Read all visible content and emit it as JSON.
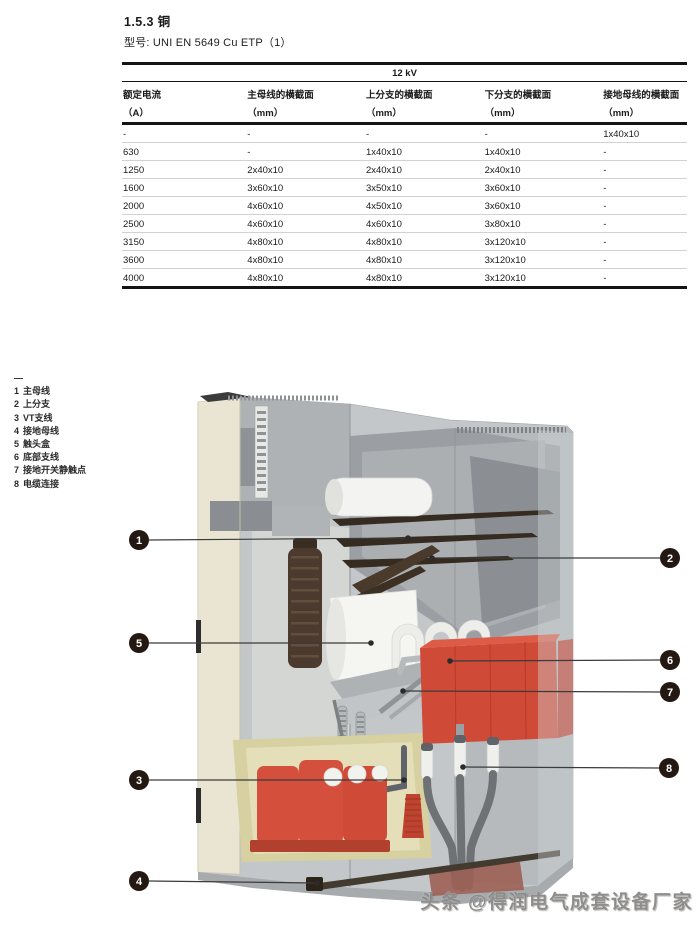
{
  "page": {
    "section_heading": "1.5.3 铜",
    "model_line": "型号: UNI EN 5649 Cu ETP（1）"
  },
  "table": {
    "voltage_header": "12 kV",
    "columns": [
      {
        "label": "额定电流",
        "unit": "（A）"
      },
      {
        "label": "主母线的横截面",
        "unit": "（mm）"
      },
      {
        "label": "上分支的横截面",
        "unit": "（mm）"
      },
      {
        "label": "下分支的横截面",
        "unit": "（mm）"
      },
      {
        "label": "接地母线的横截面",
        "unit": "（mm）"
      }
    ],
    "rows": [
      [
        "-",
        "-",
        "-",
        "-",
        "1x40x10"
      ],
      [
        "630",
        "-",
        "1x40x10",
        "1x40x10",
        "-"
      ],
      [
        "1250",
        "2x40x10",
        "2x40x10",
        "2x40x10",
        "-"
      ],
      [
        "1600",
        "3x60x10",
        "3x50x10",
        "3x60x10",
        "-"
      ],
      [
        "2000",
        "4x60x10",
        "4x50x10",
        "3x60x10",
        "-"
      ],
      [
        "2500",
        "4x60x10",
        "4x60x10",
        "3x80x10",
        "-"
      ],
      [
        "3150",
        "4x80x10",
        "4x80x10",
        "3x120x10",
        "-"
      ],
      [
        "3600",
        "4x80x10",
        "4x80x10",
        "3x120x10",
        "-"
      ],
      [
        "4000",
        "4x80x10",
        "4x80x10",
        "3x120x10",
        "-"
      ]
    ]
  },
  "legend": {
    "marker": "—",
    "items": [
      {
        "num": "1",
        "label": "主母线"
      },
      {
        "num": "2",
        "label": "上分支"
      },
      {
        "num": "3",
        "label": "VT支线"
      },
      {
        "num": "4",
        "label": "接地母线"
      },
      {
        "num": "5",
        "label": "触头盒"
      },
      {
        "num": "6",
        "label": "底部支线"
      },
      {
        "num": "7",
        "label": "接地开关静触点"
      },
      {
        "num": "8",
        "label": "电缆连接"
      }
    ]
  },
  "illustration": {
    "callouts": [
      {
        "num": "1"
      },
      {
        "num": "2"
      },
      {
        "num": "3"
      },
      {
        "num": "4"
      },
      {
        "num": "5"
      },
      {
        "num": "6"
      },
      {
        "num": "7"
      },
      {
        "num": "8"
      }
    ]
  },
  "watermark": {
    "text": "头条 @得润电气成套设备厂家"
  },
  "colors": {
    "accent_red": "#d04a38",
    "cabinet_gray": "#c3c7ca",
    "cream_panel": "#e9e5d2",
    "busbar_dark": "#352b21",
    "callout_bg": "#241812",
    "table_rule": "#141414"
  }
}
